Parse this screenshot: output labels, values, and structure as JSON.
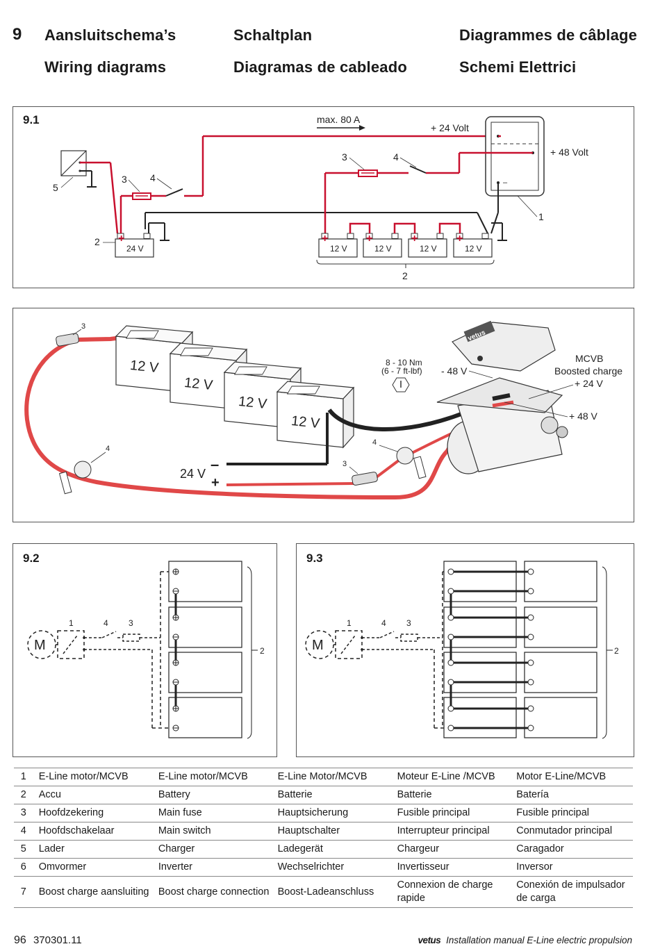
{
  "header": {
    "number": "9",
    "titles": [
      "Aansluitschema’s",
      "Schaltplan",
      "Diagrammes de câblage",
      "Wiring diagrams",
      "Diagramas de cableado",
      "Schemi Elettrici"
    ]
  },
  "fig91": {
    "label": "9.1",
    "current": "max. 80 A",
    "v24": "+ 24 Volt",
    "v48": "+ 48 Volt",
    "battery_single": "24 V",
    "battery_bank": "12 V",
    "minus_sign": "–",
    "callouts": {
      "c1": "1",
      "c2": "2",
      "c3": "3",
      "c4": "4",
      "c5": "5"
    }
  },
  "photo": {
    "battery": "12 V",
    "torque_line1": "8 - 10 Nm",
    "torque_line2": "(6 - 7 ft-lbf)",
    "minus48": "- 48 V",
    "mcvb": "MCVB",
    "boosted": "Boosted charge",
    "plus24": "+ 24 V",
    "plus48": "+ 48 V",
    "v24": "24 V",
    "minus": "–",
    "plus": "+",
    "brand": "vetus",
    "callouts": {
      "c3a": "3",
      "c3b": "3",
      "c4a": "4",
      "c4b": "4"
    }
  },
  "fig92": {
    "label": "9.2",
    "motor": "M",
    "callouts": {
      "c1": "1",
      "c4": "4",
      "c3": "3",
      "c2": "2"
    }
  },
  "fig93": {
    "label": "9.3",
    "motor": "M",
    "callouts": {
      "c1": "1",
      "c4": "4",
      "c3": "3",
      "c2": "2"
    }
  },
  "legend": [
    {
      "n": "1",
      "cells": [
        "E-Line motor/MCVB",
        "E-Line motor/MCVB",
        "E-Line Motor/MCVB",
        "Moteur E-Line /MCVB",
        "Motor E-Line/MCVB"
      ]
    },
    {
      "n": "2",
      "cells": [
        "Accu",
        "Battery",
        "Batterie",
        "Batterie",
        "Batería"
      ]
    },
    {
      "n": "3",
      "cells": [
        "Hoofdzekering",
        "Main fuse",
        "Hauptsicherung",
        "Fusible principal",
        "Fusible principal"
      ]
    },
    {
      "n": "4",
      "cells": [
        "Hoofdschakelaar",
        "Main switch",
        "Hauptschalter",
        "Interrupteur principal",
        "Conmutador principal"
      ]
    },
    {
      "n": "5",
      "cells": [
        "Lader",
        "Charger",
        "Ladegerät",
        "Chargeur",
        "Caragador"
      ]
    },
    {
      "n": "6",
      "cells": [
        "Omvormer",
        "Inverter",
        "Wechselrichter",
        "Invertisseur",
        "Inversor"
      ]
    },
    {
      "n": "7",
      "cells": [
        "Boost charge aansluiting",
        "Boost charge connection",
        "Boost-Ladeanschluss",
        "Connexion de charge rapide",
        "Conexión de impulsador de carga"
      ]
    }
  ],
  "footer": {
    "page": "96",
    "doc": "370301.11",
    "brand": "vetus",
    "manual": "Installation manual E-Line electric propulsion"
  }
}
